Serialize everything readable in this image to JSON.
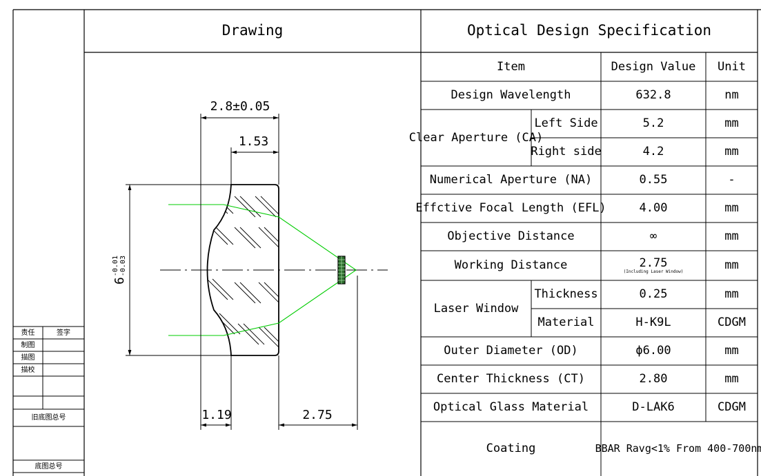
{
  "headers": {
    "drawing": "Drawing",
    "spec": "Optical Design Specification"
  },
  "table": {
    "columns": {
      "item": "Item",
      "value": "Design Value",
      "unit": "Unit"
    },
    "wavelength": {
      "label": "Design Wavelength",
      "value": "632.8",
      "unit": "nm"
    },
    "clear_aperture": {
      "label": "Clear Aperture (CA)",
      "left": {
        "label": "Left Side",
        "value": "5.2",
        "unit": "mm"
      },
      "right": {
        "label": "Right side",
        "value": "4.2",
        "unit": "mm"
      }
    },
    "na": {
      "label": "Numerical Aperture (NA)",
      "value": "0.55",
      "unit": "-"
    },
    "efl": {
      "label": "Effctive Focal Length (EFL)",
      "value": "4.00",
      "unit": "mm"
    },
    "objective": {
      "label": "Objective Distance",
      "value": "∞",
      "unit": "mm"
    },
    "working": {
      "label": "Working Distance",
      "value": "2.75",
      "note": "(Including Laser Window)",
      "unit": "mm"
    },
    "laser_window": {
      "label": "Laser Window",
      "thickness": {
        "label": "Thickness",
        "value": "0.25",
        "unit": "mm"
      },
      "material": {
        "label": "Material",
        "value": "H-K9L",
        "unit": "CDGM"
      }
    },
    "od": {
      "label": "Outer Diameter (OD)",
      "value": "ϕ6.00",
      "unit": "mm"
    },
    "ct": {
      "label": "Center Thickness (CT)",
      "value": "2.80",
      "unit": "mm"
    },
    "glass": {
      "label": "Optical Glass Material",
      "value": "D-LAK6",
      "unit": "CDGM"
    },
    "coating": {
      "label": "Coating",
      "value": "BBAR Ravg<1% From 400-700nm"
    }
  },
  "dimensions": {
    "thickness": "2.8±0.05",
    "flat": "1.53",
    "edge": "1.19",
    "working_distance": "2.75",
    "diameter": "6",
    "diameter_upper_tol": "-0.01",
    "diameter_lower_tol": "-0.03"
  },
  "title_block": {
    "responsibility": "责任",
    "signature": "签字",
    "drafting": "制图",
    "tracing": "描图",
    "trace_check": "描校",
    "old_base_number": "旧底图总号",
    "base_number": "底图总号"
  },
  "colors": {
    "ray": "#00cc00",
    "line": "#000000"
  }
}
